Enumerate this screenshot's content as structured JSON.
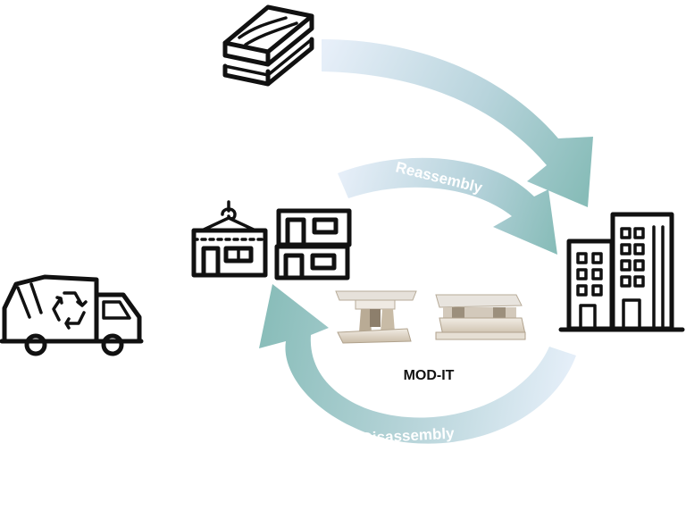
{
  "labels": {
    "reassembly": "Reassembly",
    "disassembly": "Disassembly",
    "center": "MOD-IT"
  },
  "icons": [
    "timber-planks-icon",
    "modular-house-icon",
    "recycling-truck-icon",
    "city-buildings-icon",
    "connector-photo-1",
    "connector-photo-2"
  ],
  "colors": {
    "arrow_teal": "#8fc0bd",
    "arrow_light": "#e4eef8",
    "ink": "#111111"
  }
}
